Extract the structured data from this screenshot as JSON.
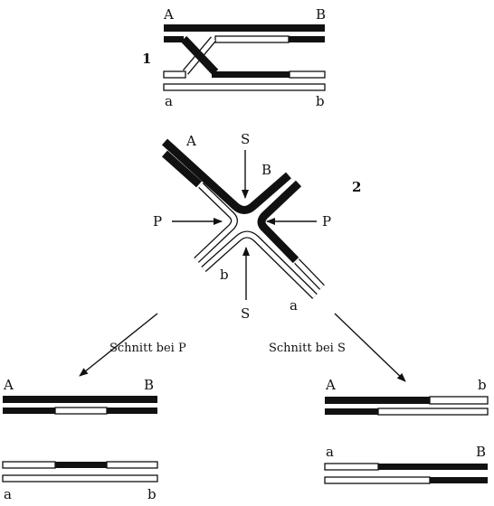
{
  "colors": {
    "ink": "#111111",
    "paper": "#ffffff"
  },
  "stage1": {
    "number": "1",
    "label_A": "A",
    "label_B": "B",
    "label_a": "a",
    "label_b": "b"
  },
  "stage2": {
    "number": "2",
    "label_A": "A",
    "label_B": "B",
    "label_a": "a",
    "label_b": "b",
    "label_S_top": "S",
    "label_S_bottom": "S",
    "label_P_left": "P",
    "label_P_right": "P"
  },
  "branches": {
    "left_caption": "Schnitt bei P",
    "right_caption": "Schnitt bei S"
  },
  "result_left": {
    "label_A": "A",
    "label_B": "B",
    "label_a": "a",
    "label_b": "b"
  },
  "result_right": {
    "label_A": "A",
    "label_b_top": "b",
    "label_a": "a",
    "label_B_bottom": "B"
  }
}
